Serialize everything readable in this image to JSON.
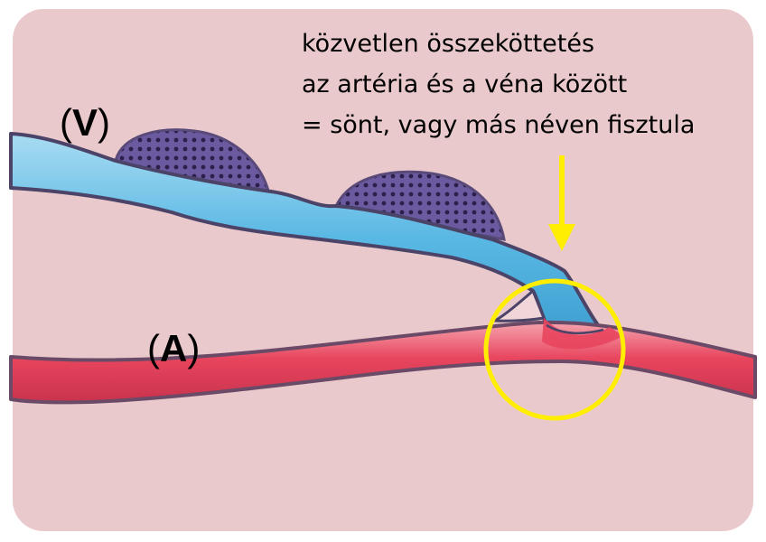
{
  "labels": {
    "vein": {
      "open": "(",
      "letter": "V",
      "close": ")"
    },
    "artery": {
      "open": "(",
      "letter": "A",
      "close": ")"
    }
  },
  "annotation": {
    "lines": [
      "közvetlen összeköttetés",
      "az artéria és a véna között",
      "= sönt, vagy más néven fisztula"
    ]
  },
  "colors": {
    "background": "#e9c9cb",
    "vein": "#5ab8e4",
    "vein_light": "#a9dcf2",
    "artery": "#e8455e",
    "artery_light": "#f7a7b2",
    "outline": "#6a5a7e",
    "highlight": "#ffee00"
  }
}
